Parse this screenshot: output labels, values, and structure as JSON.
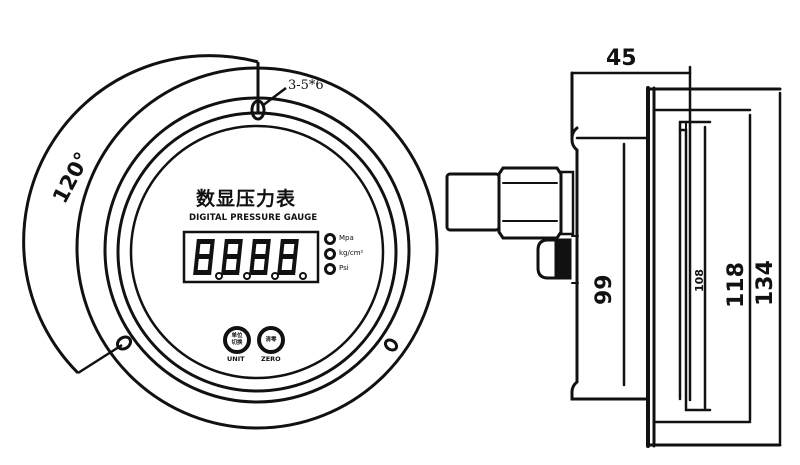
{
  "front_view": {
    "title_cn": "数显压力表",
    "title_en": "DIGITAL PRESSURE GAUGE",
    "display_digits": "8.8.8.8.",
    "units": [
      {
        "label": "Mpa"
      },
      {
        "label": "kg/cm²"
      },
      {
        "label": "Psi"
      }
    ],
    "buttons": [
      {
        "inner_label_line1": "单位",
        "inner_label_line2": "切换",
        "caption": "UNIT"
      },
      {
        "inner_label_line1": "清零",
        "inner_label_line2": "",
        "caption": "ZERO"
      }
    ],
    "annotations": {
      "mounting_holes": "3-5*6",
      "angle": "120°"
    }
  },
  "side_view": {
    "dimensions": {
      "depth": "45",
      "d1": "99",
      "d2": "108",
      "d3": "118",
      "d4": "134"
    }
  },
  "colors": {
    "line": "#111111",
    "background": "#ffffff"
  }
}
